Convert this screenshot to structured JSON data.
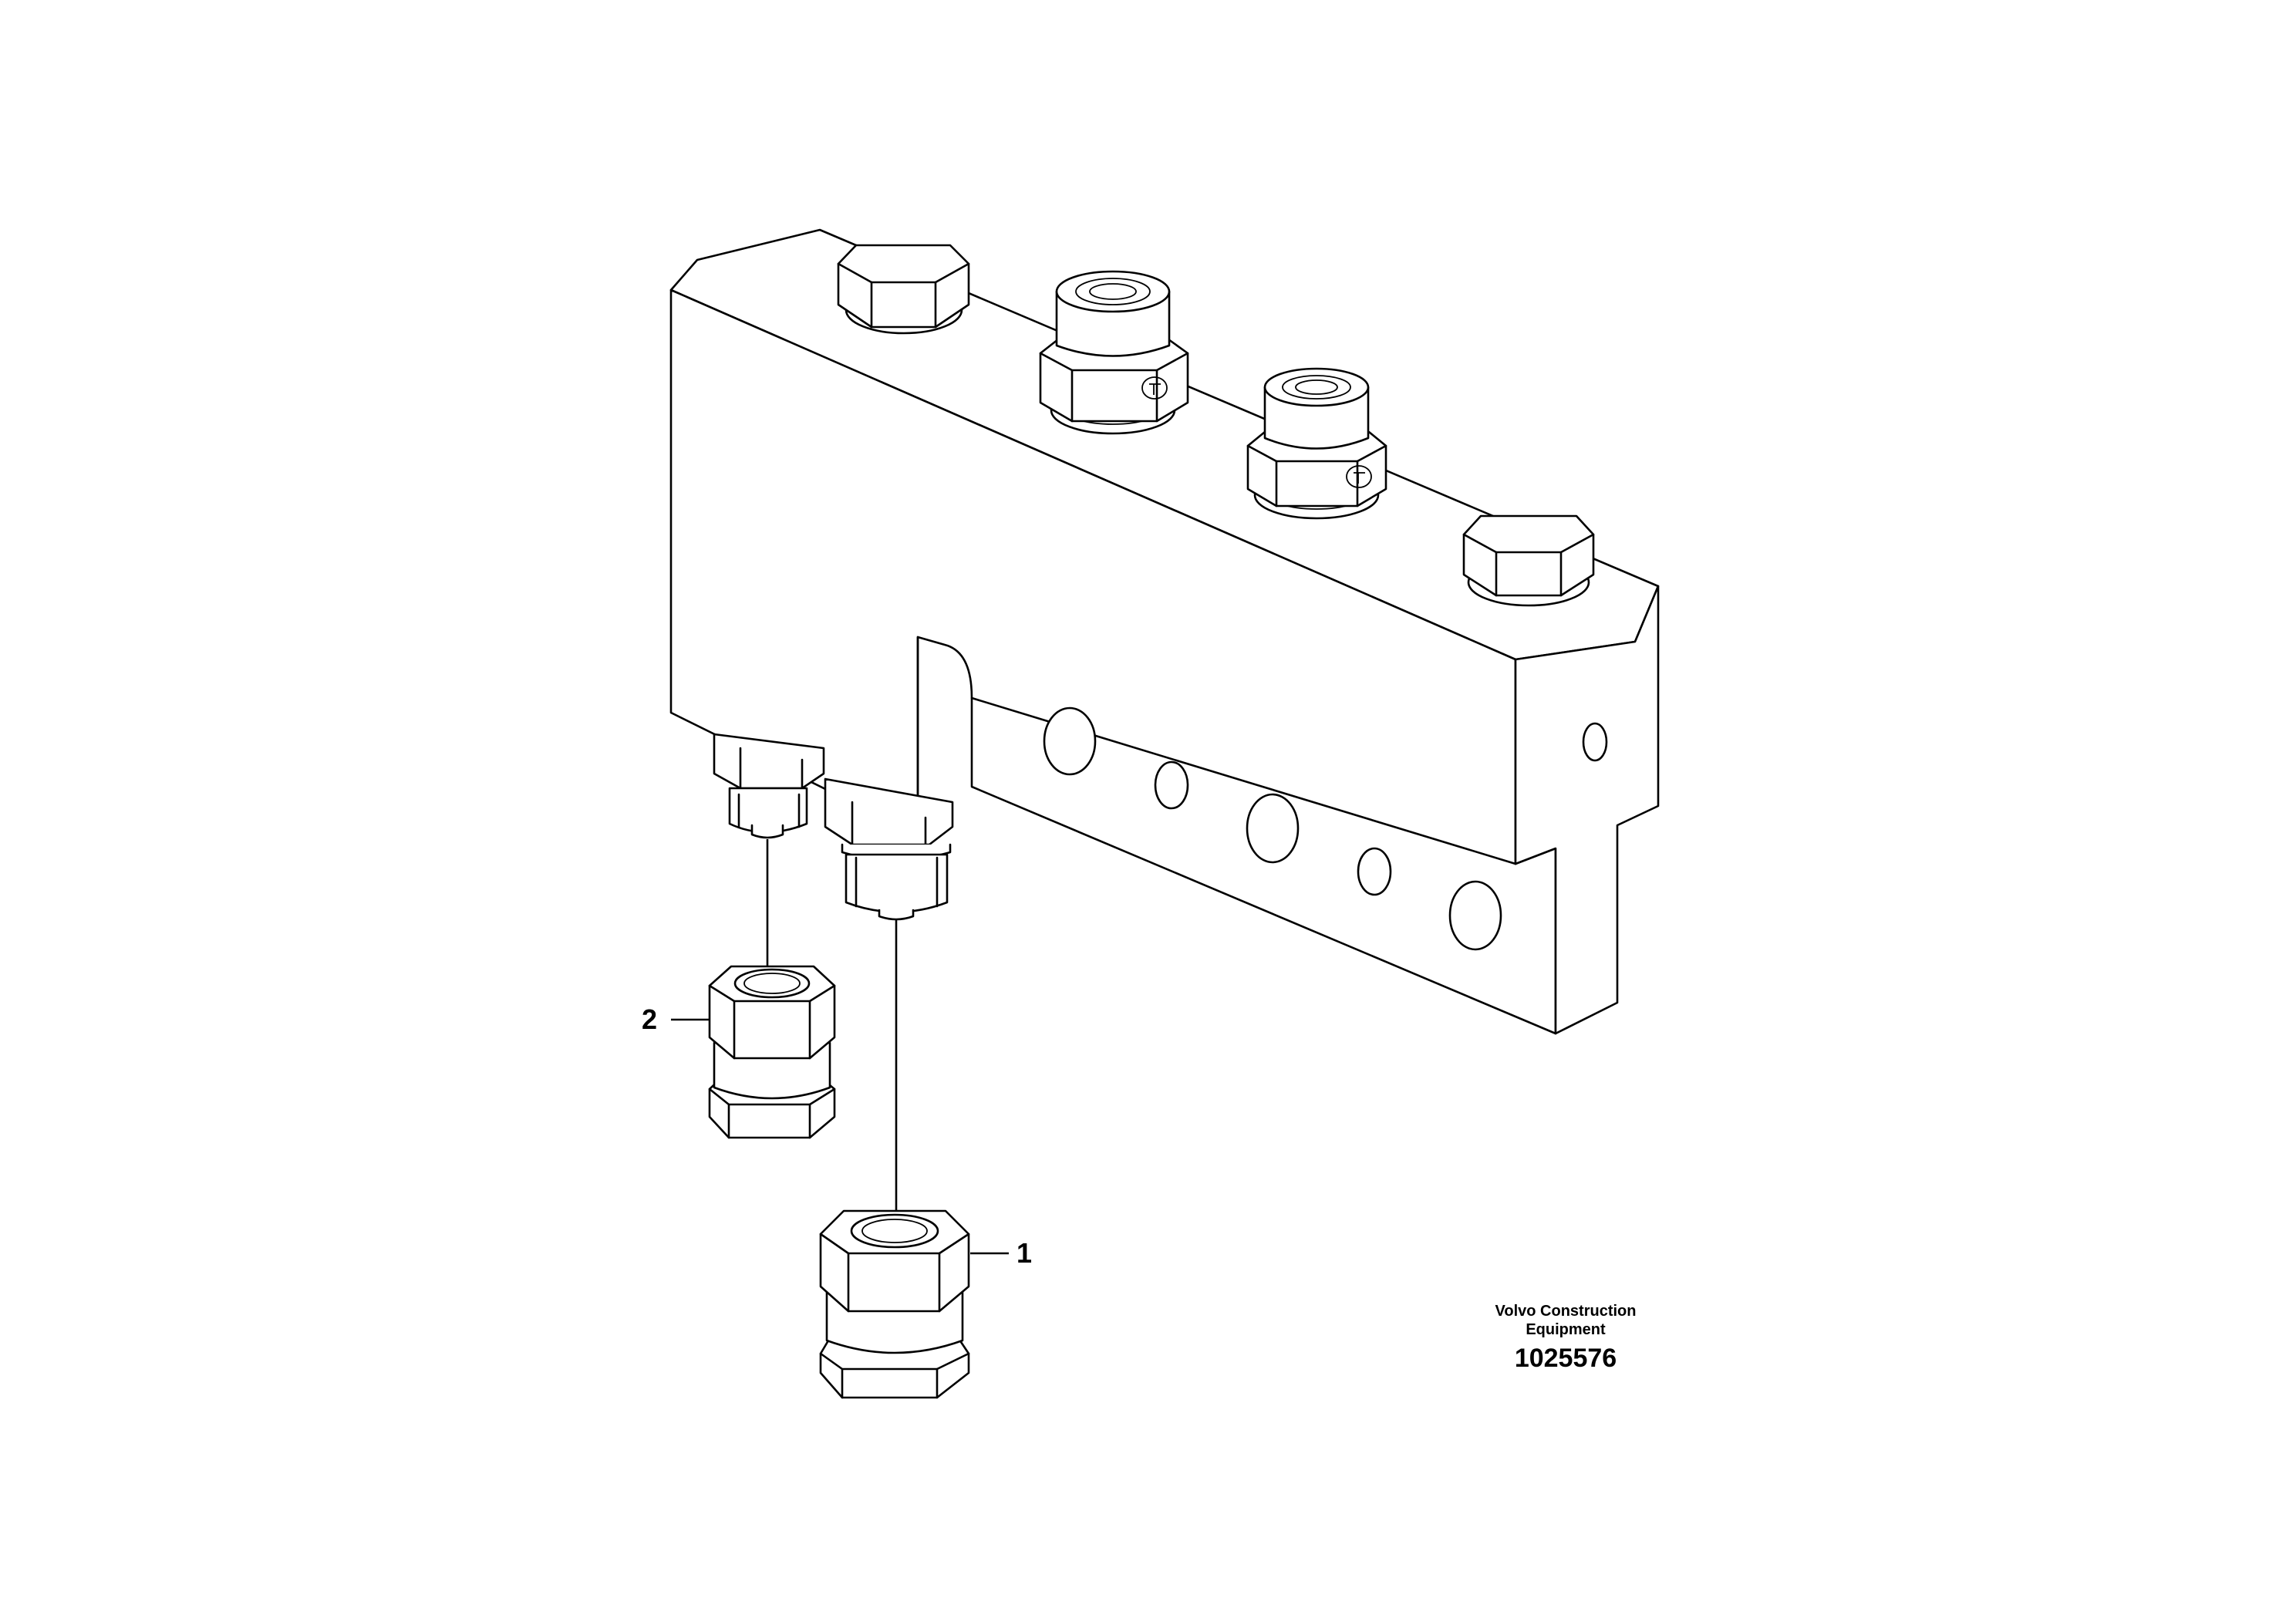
{
  "callouts": {
    "part_1": "1",
    "part_2": "2"
  },
  "caption": {
    "brand_line1": "Volvo Construction",
    "brand_line2": "Equipment",
    "drawing_number": "1025576"
  },
  "colors": {
    "line": "#000000",
    "background": "#ffffff"
  }
}
